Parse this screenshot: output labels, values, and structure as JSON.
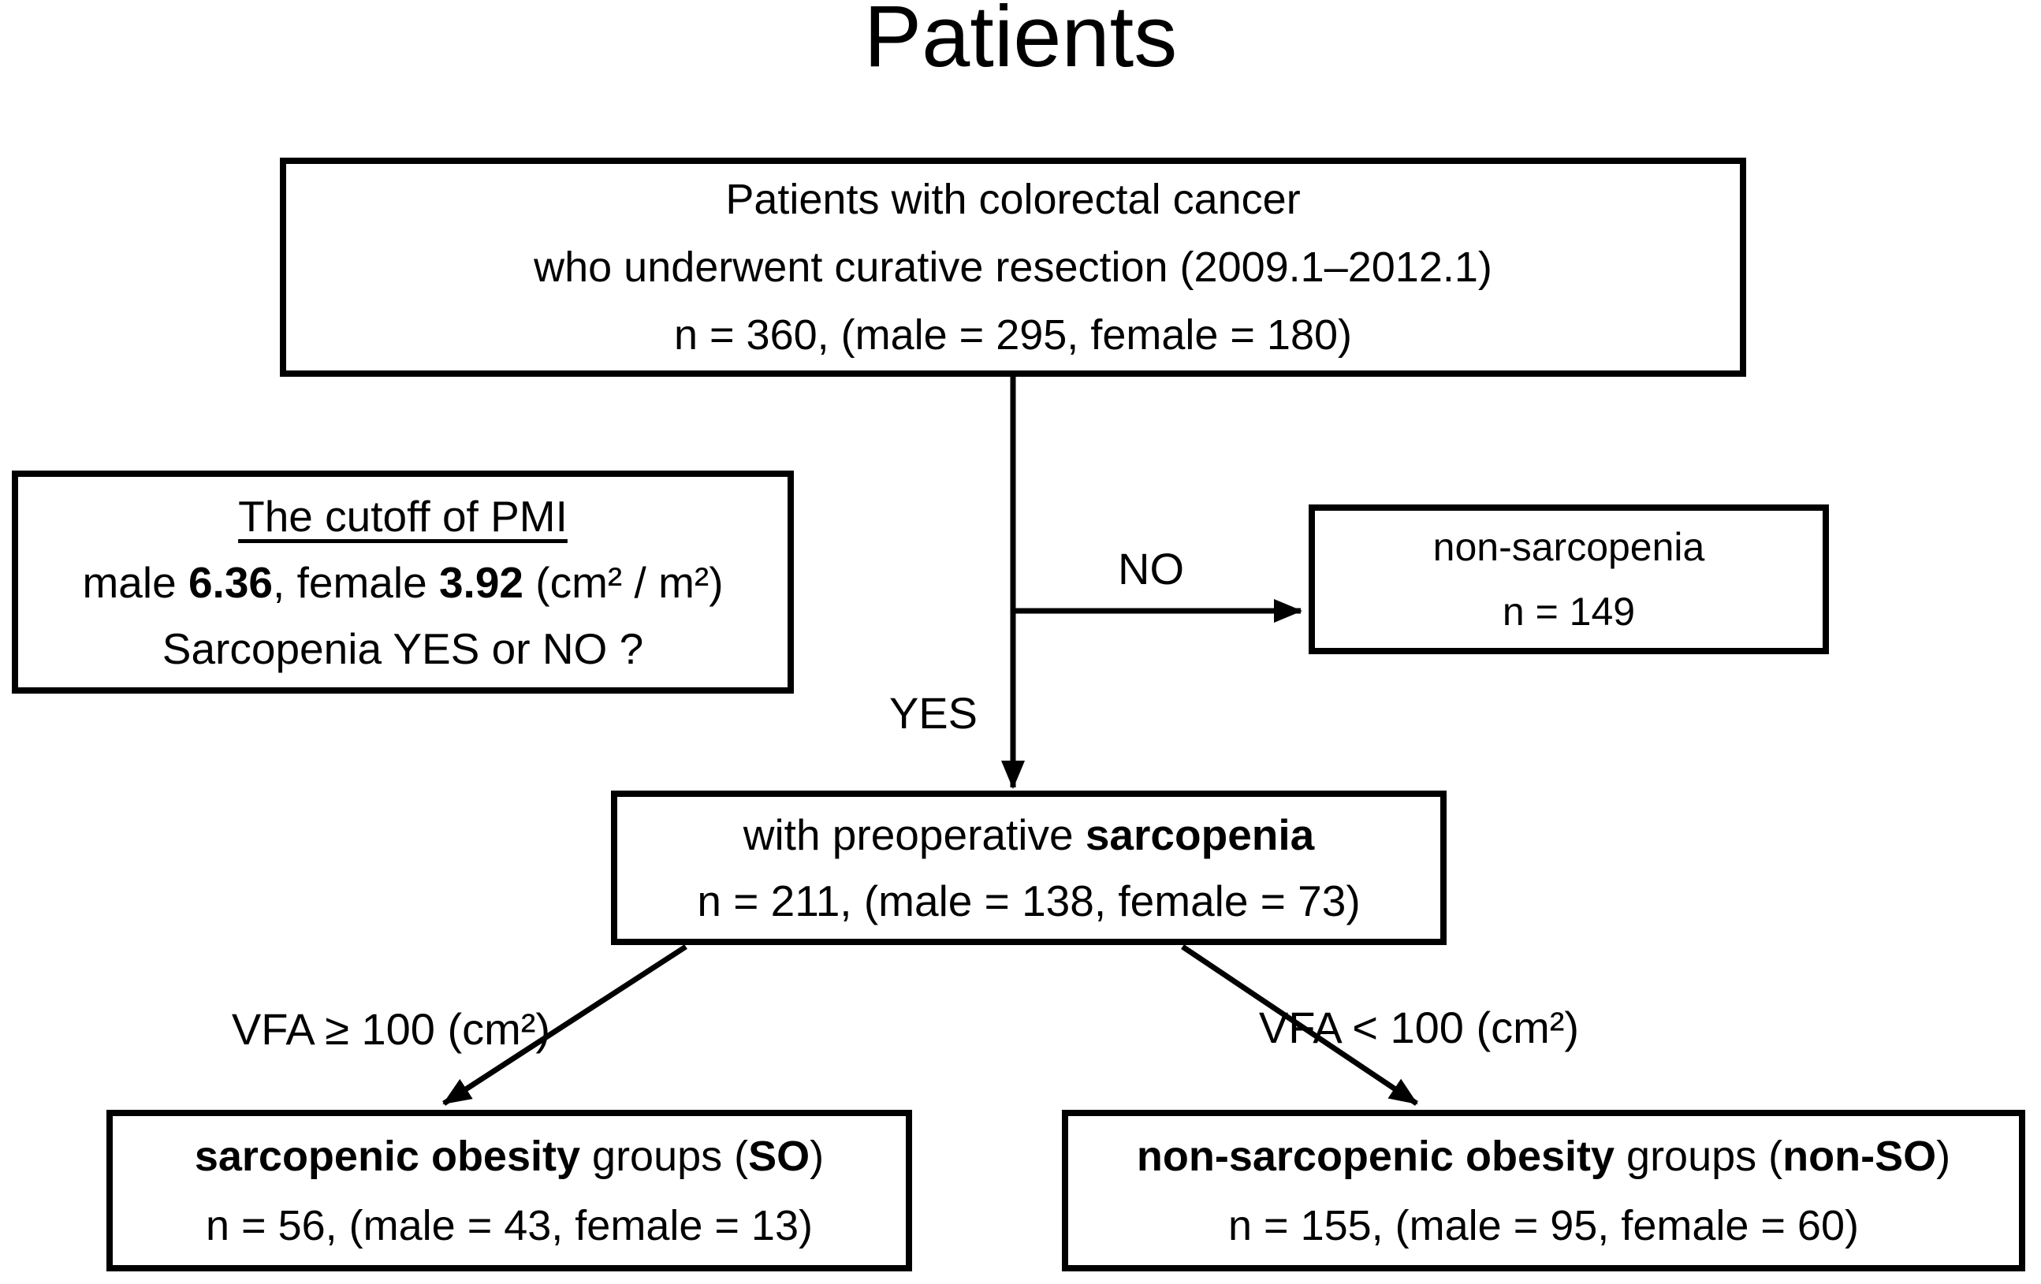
{
  "title": "Patients",
  "colors": {
    "line": "#000000",
    "background": "#ffffff",
    "text": "#000000"
  },
  "boxes": {
    "patients_total": {
      "line1": "Patients with colorectal cancer",
      "line2": "who underwent curative resection (2009.1–2012.1)",
      "line3": "n = 360, (male = 295, female = 180)"
    },
    "pmi_cutoff": {
      "heading": "The cutoff of PMI",
      "line2": [
        {
          "t": "male "
        },
        {
          "t": "6.36",
          "b": true
        },
        {
          "t": ", female "
        },
        {
          "t": "3.92",
          "b": true
        },
        {
          "t": " (cm² / m²)"
        }
      ],
      "line3": "Sarcopenia YES or NO ?"
    },
    "non_sarcopenia": {
      "line1": "non-sarcopenia",
      "line2": "n = 149"
    },
    "sarcopenia": {
      "line1": [
        {
          "t": "with preoperative "
        },
        {
          "t": "sarcopenia",
          "b": true
        }
      ],
      "line2": "n = 211, (male = 138, female = 73)"
    },
    "sarcopenic_obesity": {
      "line1": [
        {
          "t": "sarcopenic obesity",
          "b": true
        },
        {
          "t": " groups ("
        },
        {
          "t": "SO",
          "b": true
        },
        {
          "t": ")"
        }
      ],
      "line2": "n = 56, (male = 43, female = 13)"
    },
    "non_sarcopenic_obesity": {
      "line1": [
        {
          "t": "non-sarcopenic obesity",
          "b": true
        },
        {
          "t": " groups ("
        },
        {
          "t": "non-SO",
          "b": true
        },
        {
          "t": ")"
        }
      ],
      "line2": "n = 155, (male = 95, female = 60)"
    }
  },
  "labels": {
    "no": "NO",
    "yes": "YES",
    "vfa_left": "VFA ≥ 100 (cm²)",
    "vfa_right": "VFA < 100 (cm²)"
  }
}
